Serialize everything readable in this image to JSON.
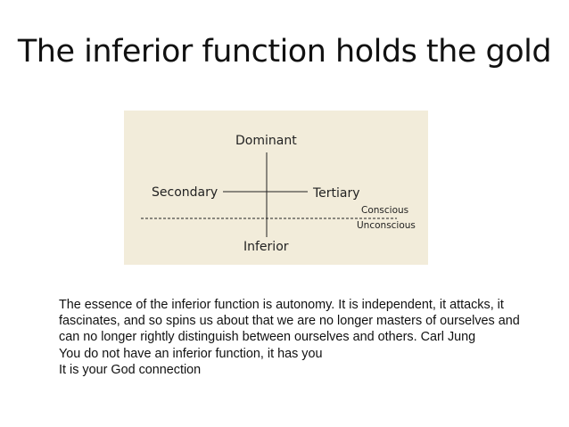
{
  "slide": {
    "title": "The inferior function holds the gold"
  },
  "diagram": {
    "top_label": "Dominant",
    "left_label": "Secondary",
    "right_label": "Tertiary",
    "bottom_label": "Inferior",
    "above_line_label": "Conscious",
    "below_line_label": "Unconscious",
    "panel_color": "#f2ecda",
    "line_color": "#222222"
  },
  "body": {
    "paragraph": "The essence of the inferior function is autonomy. It is independent, it attacks, it fascinates, and so spins us about that we are no longer masters of ourselves and can no longer rightly distinguish between ourselves and others. Carl Jung",
    "line_two": "You do not have an inferior function, it has you",
    "line_three": "It is your God connection"
  }
}
